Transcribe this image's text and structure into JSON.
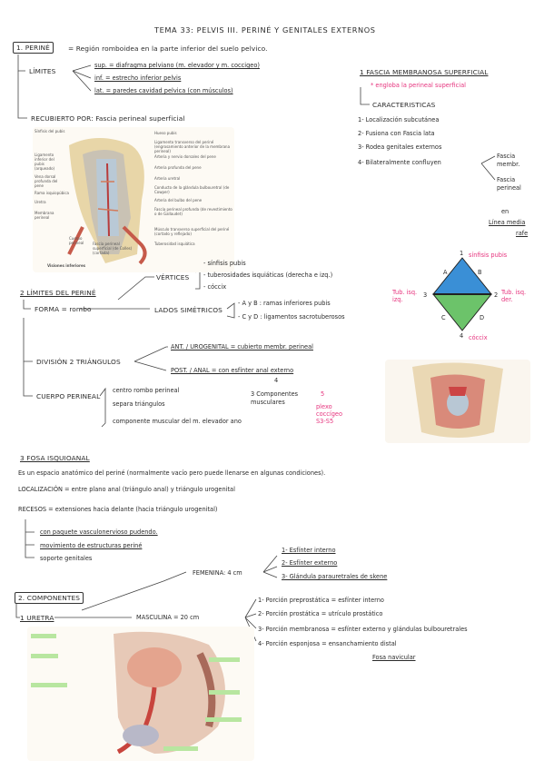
{
  "title": "TEMA 33: PELVIS III. PERINÉ Y GENITALES EXTERNOS",
  "perine": {
    "heading": "1. PERINÉ",
    "definition": "= Región romboidea en la parte inferior del suelo pelvico.",
    "limites_label": "LÍMITES",
    "sup": "sup. = diafragma pelviano (m. elevador y m. coccigeo)",
    "inf": "inf. = estrecho inferior pelvis",
    "lat": "lat. = paredes cavidad pelvica (con músculos)",
    "recubierto": "RECUBIERTO POR:  Fascia perineal superficial"
  },
  "fascia": {
    "heading": "1 FASCIA MEMBRANOSA SUPERFICIAL",
    "note": "* engloba la perineal superficial",
    "caract_label": "CARACTERISTICAS",
    "items": [
      "1- Localización subcutánea",
      "2- Fusiona con Fascia lata",
      "3- Rodea genitales externos",
      "4- Bilateralmente confluyen"
    ],
    "confluyen_a": "Fascia membr.",
    "confluyen_b": "Fascia perineal",
    "en": "en",
    "linea": "Línea media",
    "rafe": "rafe"
  },
  "figure1": {
    "caption": "Visiones inferiores",
    "labels_left": [
      "Sínfisis del pubis",
      "Ligamento inferior del pubis (arqueado)",
      "Vena dorsal profunda del pene",
      "Rama isquiopúbica",
      "Uretra",
      "Membrana perineal",
      "Cuerpo perineal",
      "Fascia perineal superficial (de Colles) (cortada)"
    ],
    "labels_right": [
      "Hueso pubis",
      "Ligamento transverso del periné (engrosamiento anterior de la membrana perineal)",
      "Arteria y nervio dorsales del pene",
      "Arteria profunda del pene",
      "Arteria uretral",
      "Conducto de la glándula bulbouretral (de Cowper)",
      "Arteria del bulbo del pene",
      "Fascia perineal profunda (de revestimiento o de Gallaudet)",
      "Músculo transverso superficial del periné (cortado y reflejado)",
      "Tuberosidad isquiática"
    ]
  },
  "limites2": {
    "heading": "2 LÍMITES DEL PERINÉ",
    "vertices_label": "VÉRTICES",
    "vertices": [
      "- sínfisis pubis",
      "- tuberosidades isquiáticas (derecha e izq.)",
      "- cóccix"
    ],
    "forma": "FORMA = rombo",
    "lados_label": "LADOS SIMÉTRICOS",
    "lados": [
      "- A y B : ramas inferiores pubis",
      "- C y D : ligamentos sacrotuberosos"
    ],
    "division": "DIVISIÓN 2 TRIÁNGULOS",
    "ant": "ANT. / UROGENITAL = cubierto membr. perineal",
    "post": "POST. / ANAL = con esfínter anal externo",
    "cuerpo": "CUERPO PERINEAL",
    "cuerpo_items": [
      "centro rombo perineal",
      "separa triángulos",
      "componente muscular del m. elevador ano"
    ],
    "componentes": "3 Componentes musculares",
    "plexo": "plexo coccígeo S3-S5",
    "circ4": "4",
    "circ5": "5"
  },
  "rhombus": {
    "top": "sínfisis pubis",
    "left": "Tub. isq. izq.",
    "right": "Tub. isq. der.",
    "bottom": "cóccix",
    "n1": "1",
    "n2": "2",
    "n3": "3",
    "n4": "4",
    "A": "A",
    "B": "B",
    "C": "C",
    "D": "D",
    "top_color": "#3a8fd6",
    "bottom_color": "#6cc36a"
  },
  "fosa": {
    "heading": "3 FOSA ISQUIOANAL",
    "def": "Es un espacio anatómico del periné (normalmente vacío pero puede llenarse en algunas condiciones).",
    "loc": "LOCALIZACIÓN = entre plano anal (triángulo anal) y triángulo urogenital",
    "recesos": "RECESOS = extensiones hacia delante (hacia triángulo urogenital)",
    "r1": "con paquete vasculonervioso pudendo.",
    "r2": "movimiento de estructuras periné",
    "r3": "soporte genitales"
  },
  "componentes": {
    "heading": "2. COMPONENTES",
    "uretra": "1 URETRA",
    "femenina": "FEMENINA: 4 cm",
    "fem_items": [
      "1- Esfínter interno",
      "2- Esfínter externo",
      "3- Glándula parauretrales de skene"
    ],
    "masculina": "MASCULINA = 20 cm",
    "masc_items": [
      "1- Porción preprostática = esfínter interno",
      "2- Porción prostática = utrículo prostático",
      "3- Porción membranosa = esfínter externo y glándulas bulbouretrales",
      "4- Porción esponjosa = ensanchamiento distal",
      "Fosa navicular"
    ]
  }
}
